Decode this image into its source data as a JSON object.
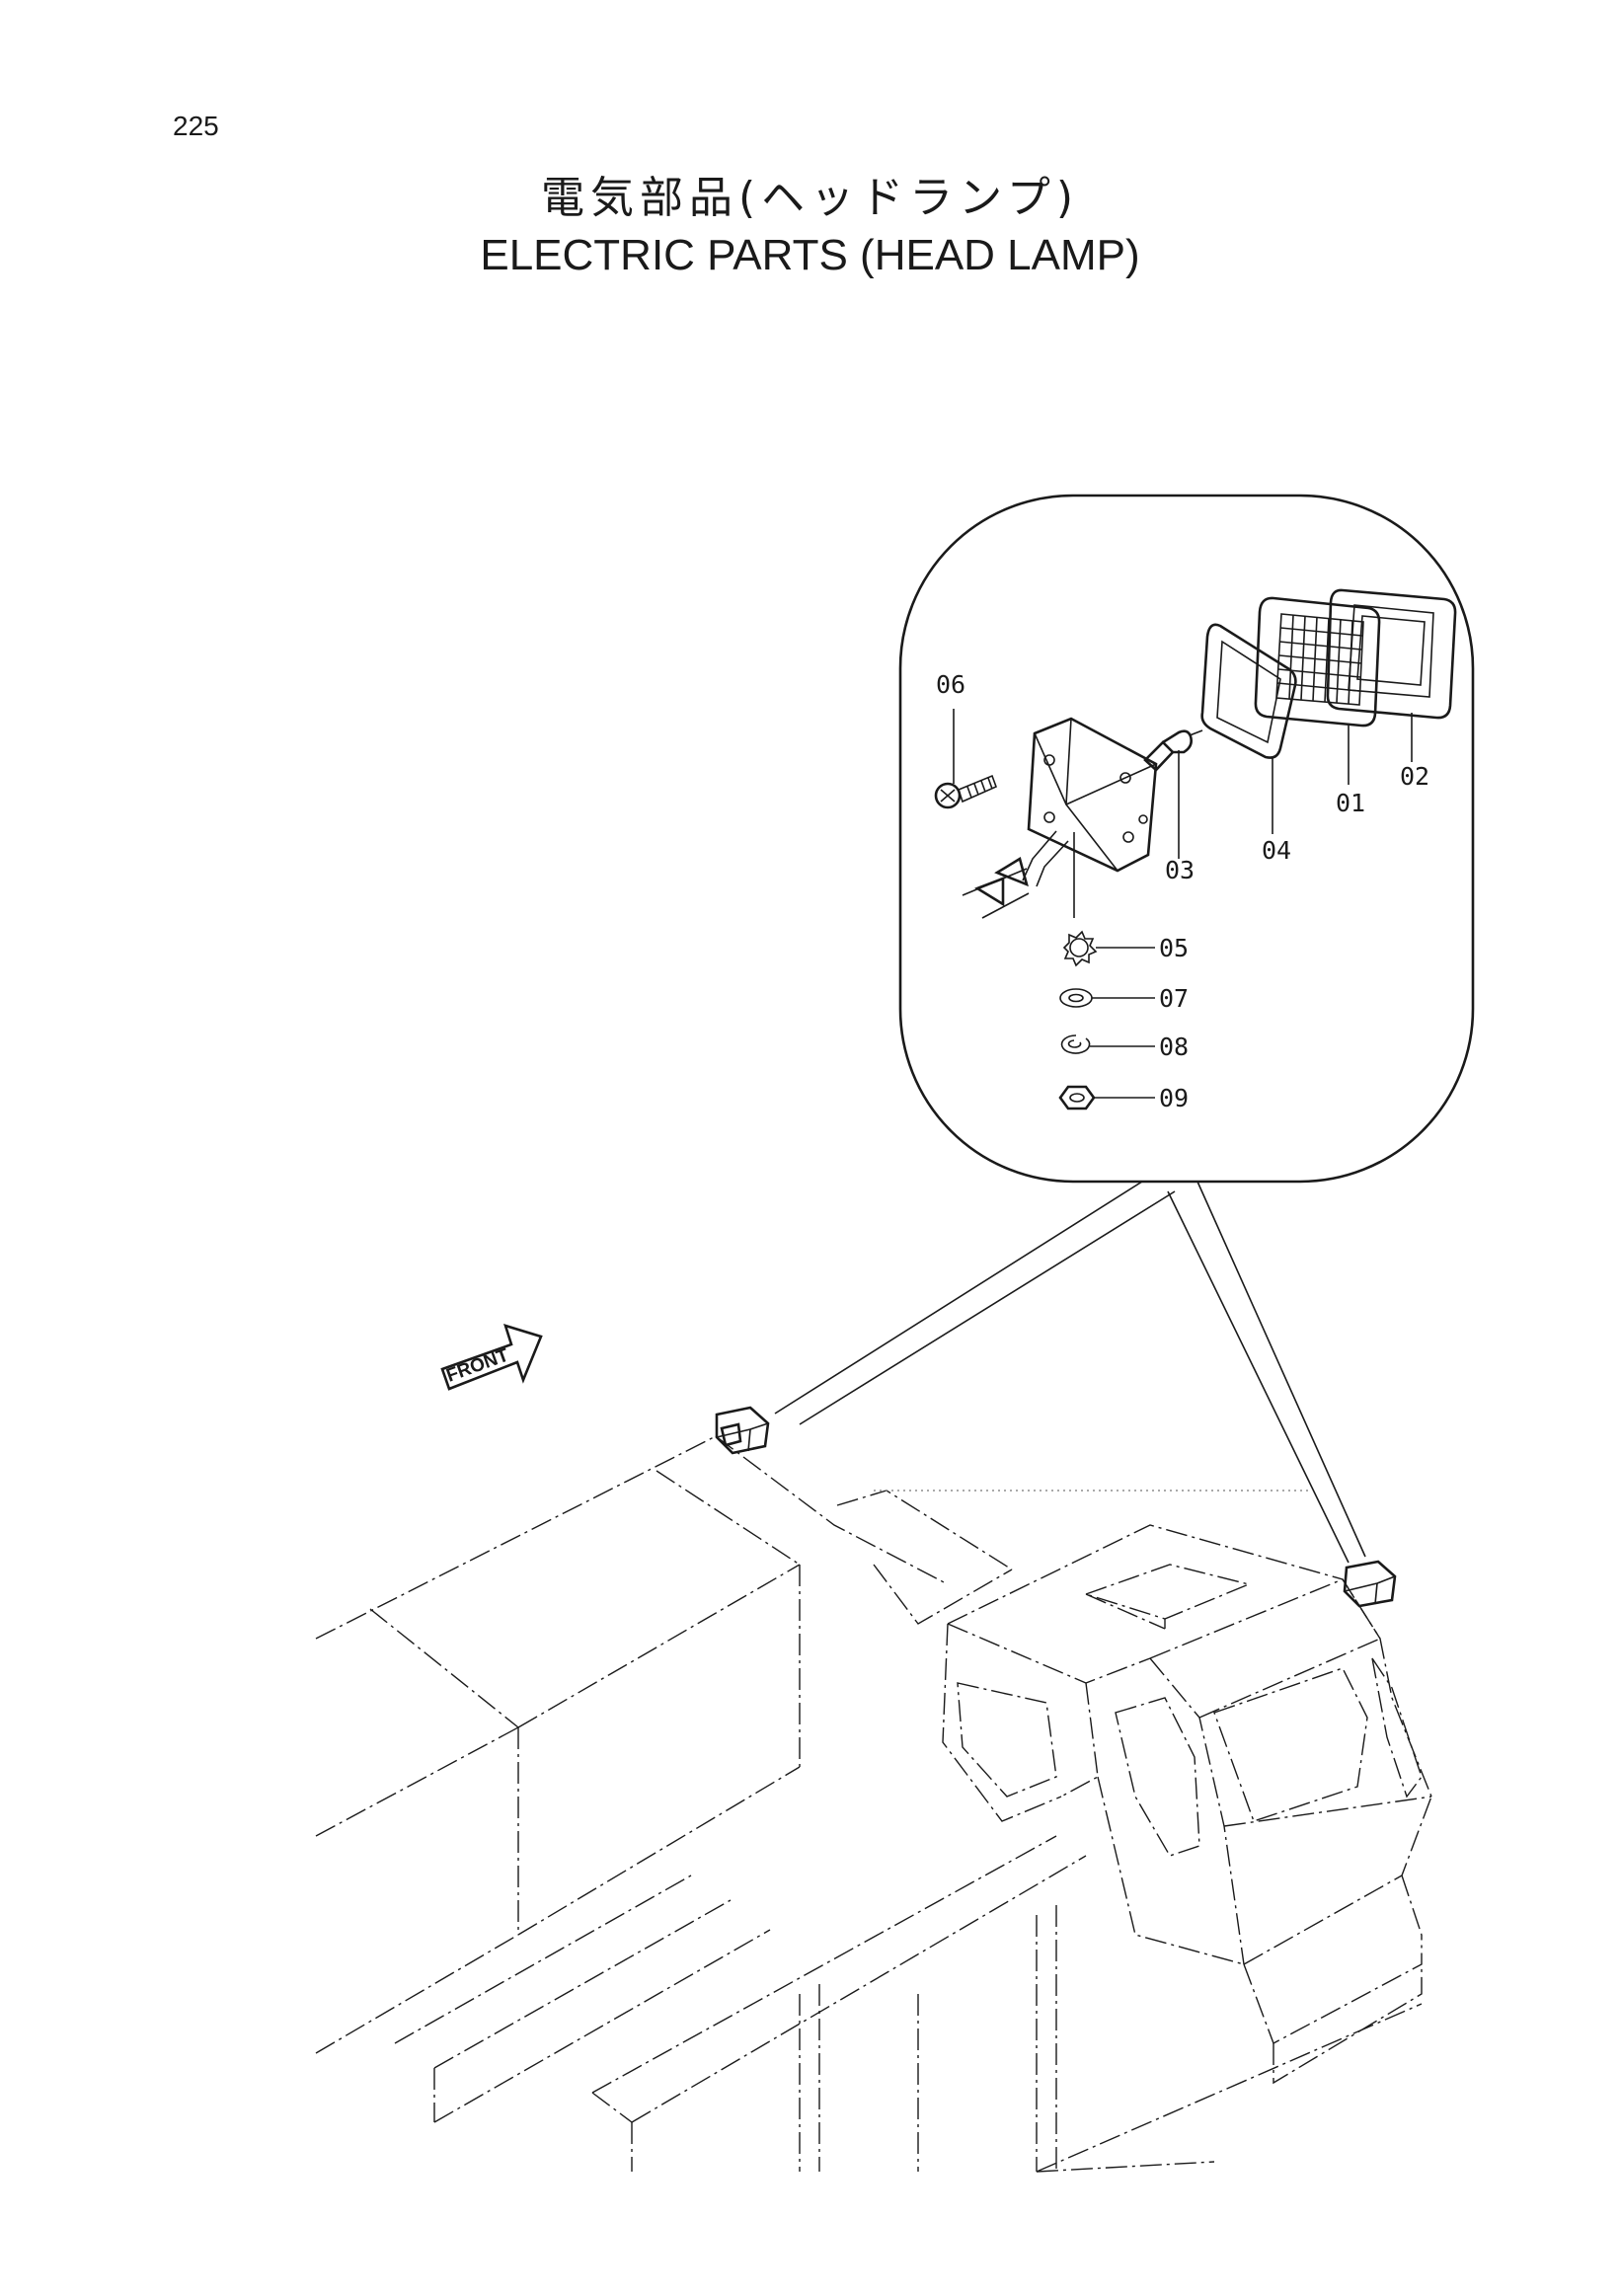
{
  "page": {
    "number": "225"
  },
  "title": {
    "japanese": "電気部品(ヘッドランプ)",
    "english": "ELECTRIC PARTS (HEAD LAMP)"
  },
  "front_marker": {
    "label": "FRONT"
  },
  "callouts": [
    "06",
    "02",
    "01",
    "03",
    "04",
    "05",
    "07",
    "08",
    "09"
  ]
}
